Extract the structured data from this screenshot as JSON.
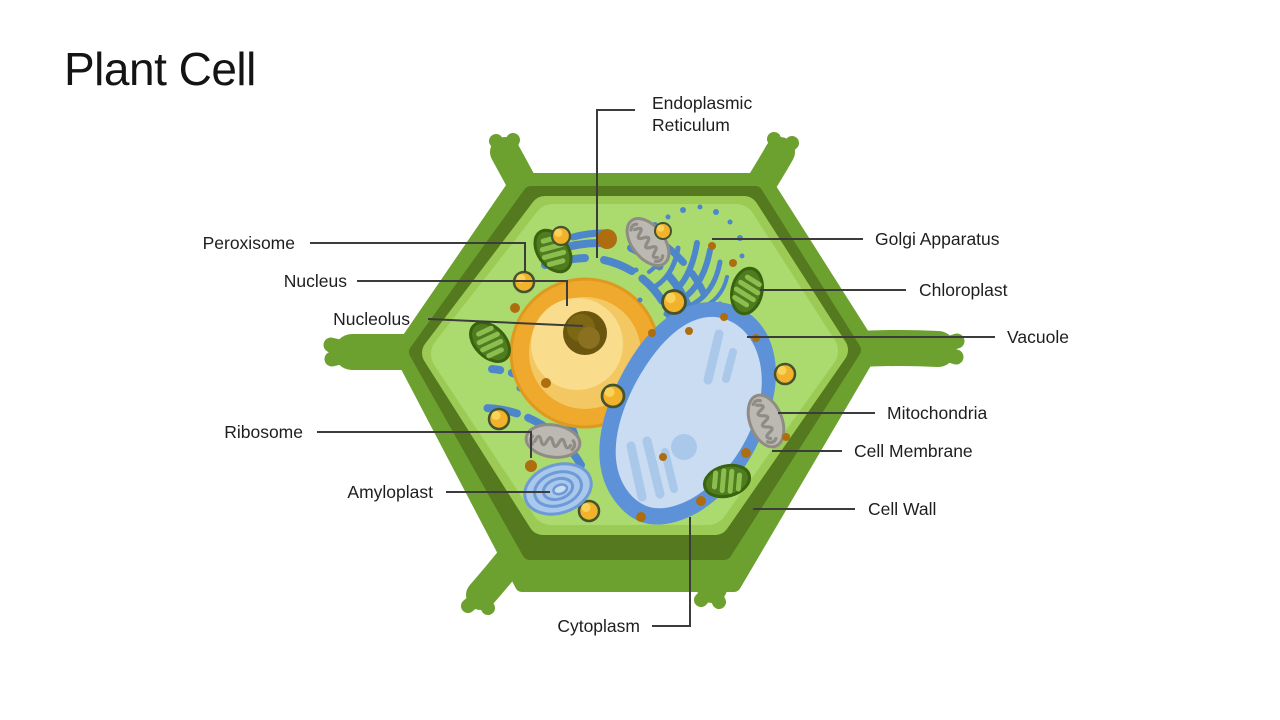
{
  "slide": {
    "title": "Plant Cell",
    "background": "#ffffff"
  },
  "diagram": {
    "name": "plant-cell-diagram",
    "labels": {
      "endoplasmic_reticulum": "Endoplasmic Reticulum",
      "peroxisome": "Peroxisome",
      "nucleus": "Nucleus",
      "nucleolus": "Nucleolus",
      "ribosome": "Ribosome",
      "amyloplast": "Amyloplast",
      "cytoplasm": "Cytoplasm",
      "golgi_apparatus": "Golgi Apparatus",
      "chloroplast": "Chloroplast",
      "vacuole": "Vacuole",
      "mitochondria": "Mitochondria",
      "cell_membrane": "Cell Membrane",
      "cell_wall": "Cell Wall"
    },
    "colors": {
      "cell_wall_green": "#6CA02F",
      "wall_shadow_green": "#54791E",
      "cell_membrane_green": "#9CCB55",
      "cytoplasm_green": "#ABDA6E",
      "er_golgi_blue": "#4E86CC",
      "vacuole_border_blue": "#5E92D8",
      "vacuole_fill_blue": "#C9DCF2",
      "vacuole_streak_blue": "#A9C8EA",
      "nucleus_ring_orange": "#EFA92C",
      "nucleus_fill_yellow": "#F3C863",
      "nucleus_pale_yellow": "#F9DC8C",
      "nucleolus_dark_brown": "#6A560E",
      "nucleolus_light_brown": "#8A7020",
      "chloroplast_green": "#4E7C1E",
      "chloroplast_stripe_green": "#8CBE4F",
      "mitochondria_gray": "#BCB9B3",
      "mitochondria_outline_gray": "#8F8C85",
      "peroxisome_yellow": "#F3B22B",
      "ribosome_brown": "#AE6E0F",
      "amyloplast_fill_blue": "#A9C8EC",
      "amyloplast_ring_blue": "#6E9AD6",
      "leader_line_gray": "#3C3C3C",
      "text_color": "#1E1E1E"
    }
  }
}
